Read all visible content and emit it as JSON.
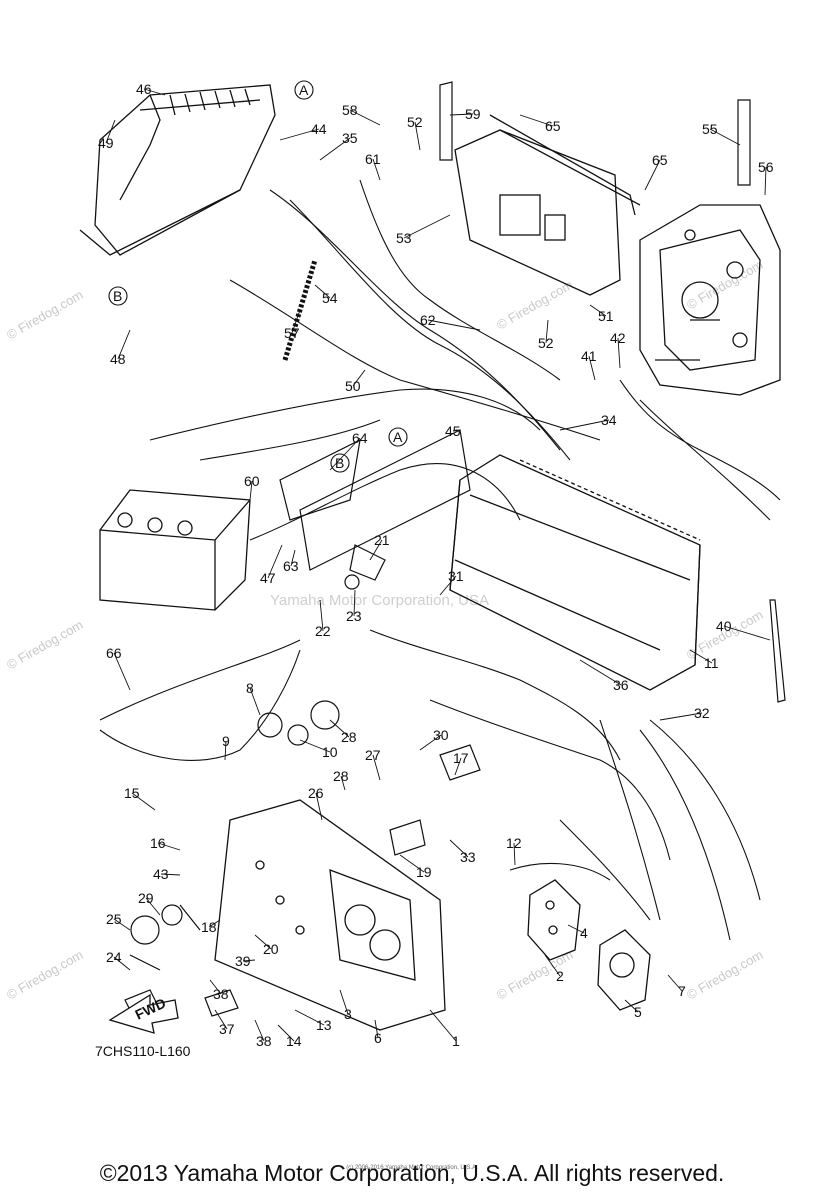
{
  "diagram_code": "7CHS110-L160",
  "copyright": "©2013 Yamaha Motor Corporation, U.S.A. All rights reserved.",
  "fine_print": "(c) 2006-2016 Yamaha Motor Corporation, U.S.A.",
  "watermark_firedog": "© Firedog.com",
  "watermark_center": "Yamaha Motor Corporation, USA",
  "arrow_label": "FWD",
  "ref_a": "A",
  "ref_b": "B",
  "parts": [
    "1",
    "2",
    "3",
    "4",
    "5",
    "6",
    "7",
    "8",
    "9",
    "10",
    "11",
    "12",
    "13",
    "14",
    "15",
    "16",
    "17",
    "18",
    "19",
    "20",
    "21",
    "22",
    "23",
    "24",
    "25",
    "26",
    "27",
    "28",
    "28",
    "29",
    "30",
    "31",
    "32",
    "33",
    "34",
    "35",
    "36",
    "37",
    "38",
    "38",
    "39",
    "40",
    "41",
    "42",
    "43",
    "44",
    "45",
    "46",
    "47",
    "48",
    "49",
    "50",
    "51",
    "52",
    "52",
    "53",
    "54",
    "55",
    "56",
    "57",
    "58",
    "59",
    "60",
    "61",
    "62",
    "63",
    "64",
    "65",
    "65",
    "66"
  ]
}
